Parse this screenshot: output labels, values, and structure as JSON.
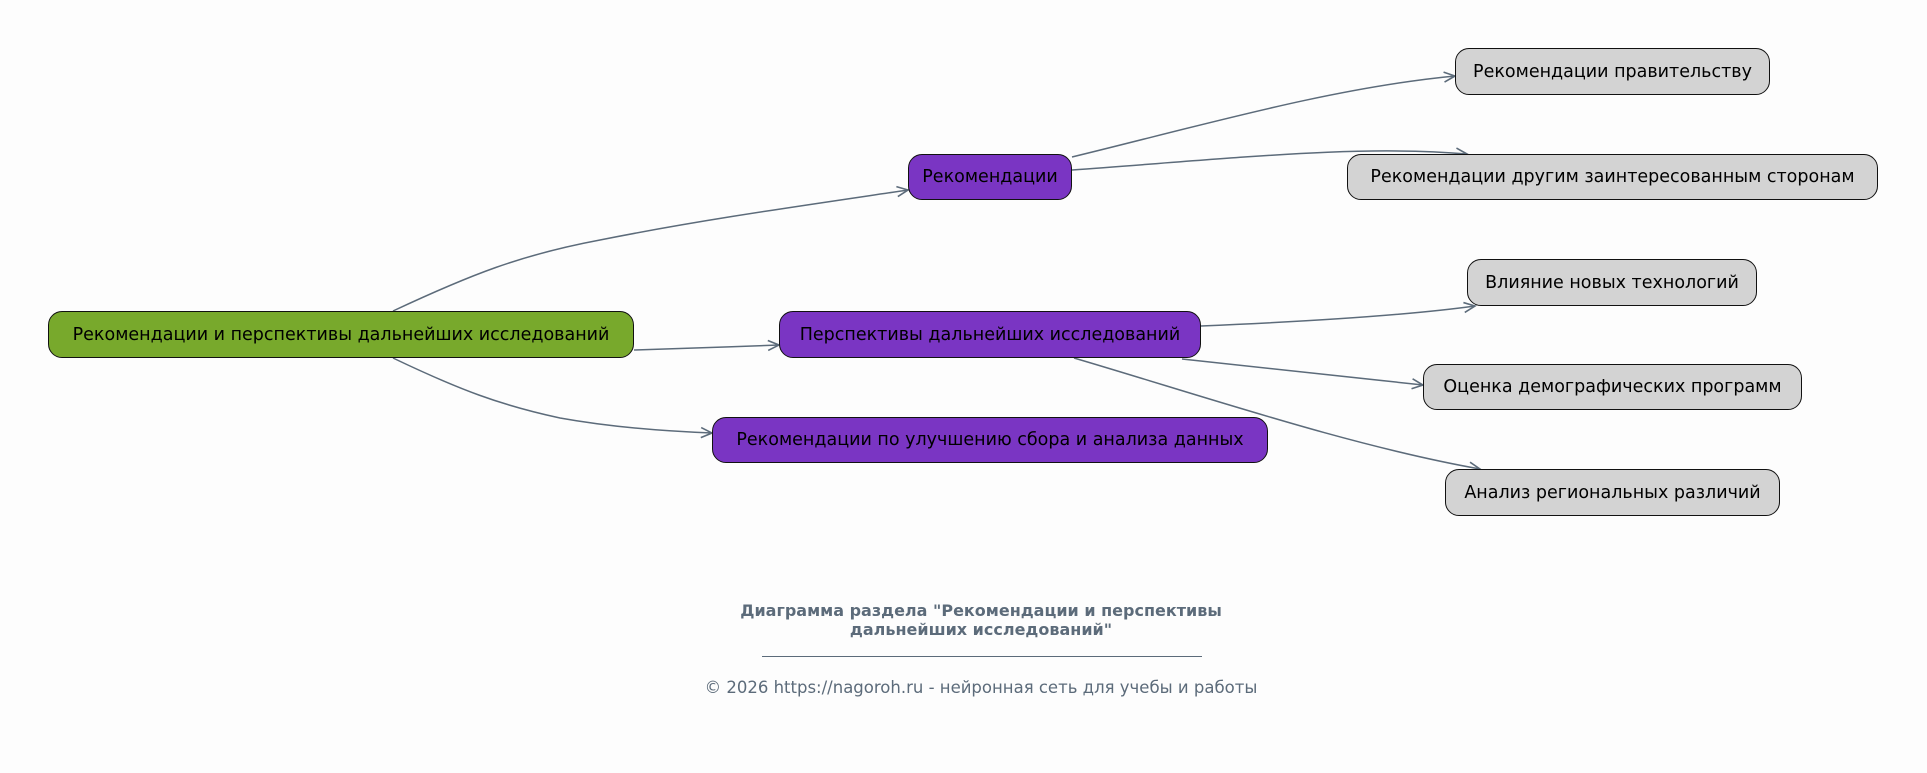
{
  "diagram": {
    "root": "Рекомендации и перспективы дальнейших исследований",
    "branches": [
      {
        "label": "Рекомендации",
        "children": [
          "Рекомендации правительству",
          "Рекомендации другим заинтересованным сторонам"
        ]
      },
      {
        "label": "Перспективы дальнейших исследований",
        "children": [
          "Влияние новых технологий",
          "Оценка демографических программ",
          "Анализ региональных различий"
        ]
      },
      {
        "label": "Рекомендации по улучшению сбора и анализа данных",
        "children": []
      }
    ]
  },
  "caption": {
    "title_line1": "Диаграмма раздела \"Рекомендации и перспективы",
    "title_line2": "дальнейших исследований\"",
    "copyright": "© 2026 https://nagoroh.ru - нейронная сеть для учебы и работы"
  },
  "colors": {
    "root": "#78a92c",
    "branch": "#7a35c3",
    "leaf": "#d3d3d3",
    "edge": "#5c6b7a"
  }
}
